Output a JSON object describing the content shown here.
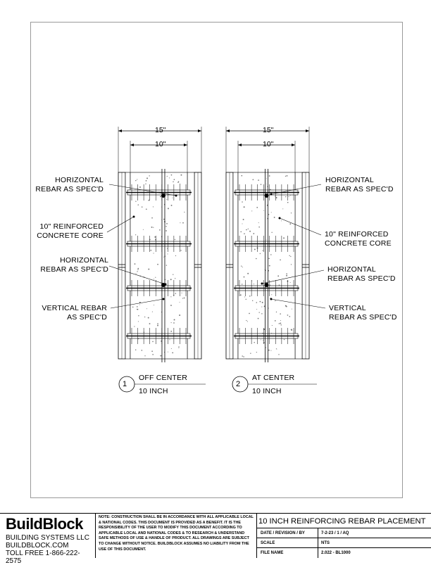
{
  "details": [
    {
      "number": "1",
      "name": "OFF CENTER",
      "size": "10 INCH",
      "dim_overall": "15\"",
      "dim_core": "10\"",
      "callouts": [
        "HORIZONTAL\nREBAR AS SPEC'D",
        "10\" REINFORCED\nCONCRETE CORE",
        "HORIZONTAL\nREBAR AS SPEC'D",
        "VERTICAL REBAR\nAS SPEC'D"
      ]
    },
    {
      "number": "2",
      "name": "AT CENTER",
      "size": "10 INCH",
      "dim_overall": "15\"",
      "dim_core": "10\"",
      "callouts": [
        "HORIZONTAL\nREBAR AS SPEC'D",
        "10\" REINFORCED\nCONCRETE CORE",
        "HORIZONTAL\nREBAR AS SPEC'D",
        "VERTICAL\nREBAR AS SPEC'D"
      ]
    }
  ],
  "title_block": {
    "brand": "BuildBlock",
    "company": "BUILDING SYSTEMS LLC",
    "website": "BUILDBLOCK.COM",
    "phone": "TOLL FREE 1-866-222-2575",
    "notes": "NOTE: CONSTRUCTION SHALL BE IN ACCORDANCE WITH ALL APPLICABLE LOCAL & NATIONAL CODES. THIS DOCUMENT IS PROVIDED AS A BENEFIT. IT IS THE RESPONSIBILITY OF THE USER TO MODIFY THIS DOCUMENT ACCORDING TO APPLICABLE LOCAL AND NATIONAL CODES & TO RESEARCH & UNDERSTAND SAFE METHODS OF USE & HANDLE OF PRODUCT. ALL DRAWINGS ARE SUBJECT TO CHANGE WITHOUT NOTICE. BUILDBLOCK ASSUMES NO LIABILITY FROM THE USE OF THIS DOCUMENT.",
    "title": "10 INCH REINFORCING REBAR PLACEMENT",
    "rows": [
      {
        "key": "DATE / REVISION / BY",
        "value": "7-2-23 / 1 / AQ"
      },
      {
        "key": "SCALE",
        "value": "NTS"
      },
      {
        "key": "FILE NAME",
        "value": "2.022 - BL1000"
      }
    ]
  }
}
